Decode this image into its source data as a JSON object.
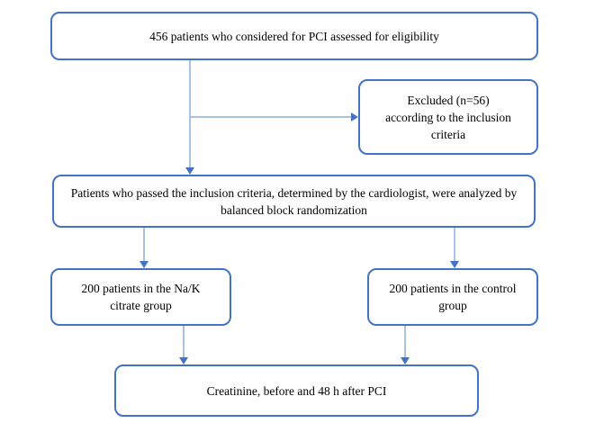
{
  "figure": {
    "type": "patient-flow-diagram",
    "boxes": {
      "eligibility": {
        "lines": [
          "456 patients who considered for PCI assessed for eligibility"
        ]
      },
      "excluded": {
        "lines": [
          "Excluded (n=56)",
          "according to the inclusion",
          "criteria"
        ]
      },
      "randomization": {
        "lines": [
          "Patients who passed the inclusion criteria, determined by the cardiologist, were analyzed by",
          "balanced block randomization"
        ]
      },
      "citrate_group": {
        "lines": [
          "200 patients in the Na/K",
          "citrate group"
        ]
      },
      "control_group": {
        "lines": [
          "200 patients in the control",
          "group"
        ]
      },
      "outcome": {
        "lines": [
          "Creatinine, before and 48 h after PCI"
        ]
      }
    }
  },
  "colors": {
    "box_border": "#4472C4",
    "connector_line": "#A8C2E4",
    "arrowhead": "#4472C4",
    "text": "#000000",
    "background": "#FFFFFF"
  }
}
